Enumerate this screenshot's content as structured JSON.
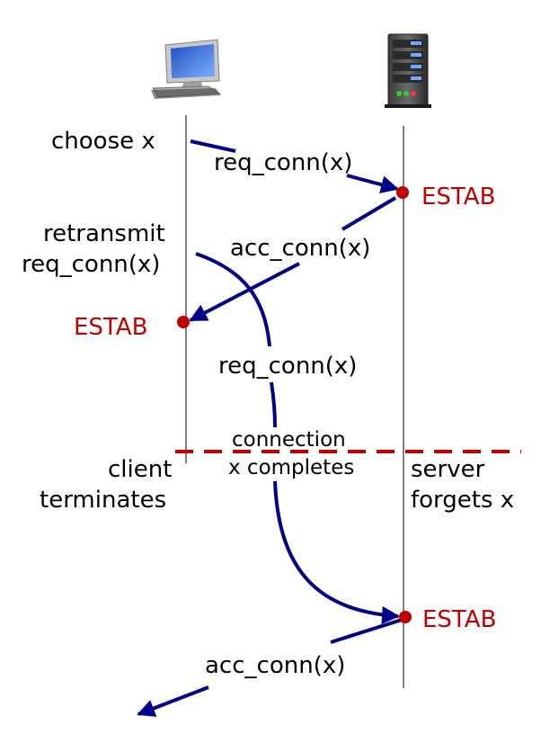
{
  "colors": {
    "arrow": "#00008b",
    "estab": "#c00000",
    "timeline": "#808080",
    "terminate_line": "#c00000"
  },
  "icons": {
    "client": "desktop-computer-icon",
    "server": "server-tower-icon"
  },
  "labels": {
    "choose_x": "choose x",
    "req_conn_1": "req_conn(x)",
    "estab_server_1": "ESTAB",
    "retransmit_line1": "retransmit",
    "retransmit_line2": "req_conn(x)",
    "acc_conn_1": "acc_conn(x)",
    "estab_client": "ESTAB",
    "req_conn_2": "req_conn(x)",
    "connection_line1": "connection",
    "connection_line2": "x completes",
    "client_term_line1": "client",
    "client_term_line2": "terminates",
    "server_forget_line1": "server",
    "server_forget_line2": "forgets x",
    "estab_server_2": "ESTAB",
    "acc_conn_2": "acc_conn(x)"
  }
}
